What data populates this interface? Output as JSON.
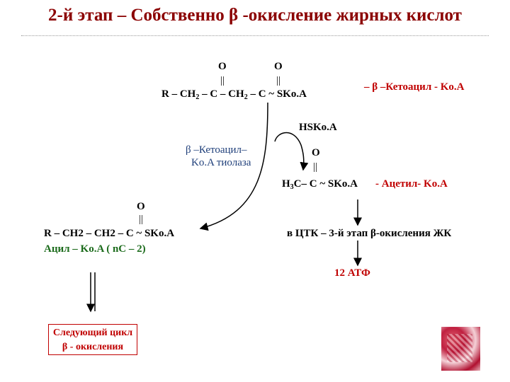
{
  "title": "2-й этап – Собственно β -окисление жирных кислот",
  "top_formula": {
    "o1": "O",
    "o2": "O",
    "bond1": "||",
    "bond2": "||",
    "chain_part1": "R – CH",
    "sub1": "2",
    "chain_part2": " – C – CH",
    "sub2": "2",
    "chain_part3": " – C ~ SKo.A",
    "name": "– β –Кетоацил - Ko.A"
  },
  "hskoa": "HSKo.A",
  "enzyme_line1": "β –Кетоацил–",
  "enzyme_line2": "Ko.A тиолаза",
  "acetyl": {
    "o": "O",
    "bond": "||",
    "formula_a": "H",
    "sub": "3",
    "formula_b": "C– C ~ SKo.A",
    "name": "- Ацетил- Ko.A"
  },
  "acyl": {
    "o": "O",
    "bond": "||",
    "formula": "R – CH2 – CH2 – C ~ SKo.A",
    "name": "Ацил – Ko.A ( nC – 2)"
  },
  "tca_text": "в ЦТК – 3-й этап β-окисления ЖК",
  "atp": "12 АТФ",
  "next_cycle_line1": "Следующий цикл",
  "next_cycle_line2": "β - окисления",
  "colors": {
    "title": "#8b0000",
    "red": "#c00000",
    "blue": "#1f3f7a",
    "green": "#1b6b1b"
  }
}
